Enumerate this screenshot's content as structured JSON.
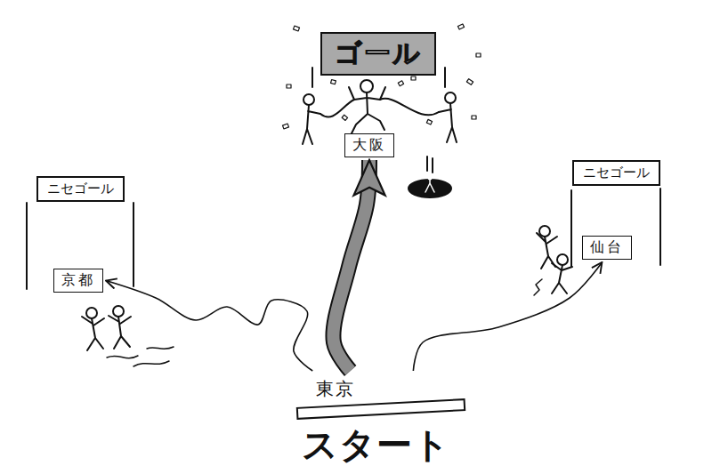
{
  "diagram": {
    "nodes": [
      {
        "text": [
          "ゴール"
        ]
      },
      {
        "text": [
          "大阪"
        ]
      },
      {
        "text": [
          "ニセゴール"
        ]
      },
      {
        "text": [
          "ニセゴール"
        ]
      },
      {
        "text": [
          "仙台"
        ]
      },
      {
        "text": [
          "京都"
        ]
      },
      {
        "text": [
          "東京",
          "スタート"
        ]
      }
    ],
    "edges": [
      {
        "from": 6,
        "to": 1,
        "arrow": "to"
      },
      {
        "from": 6,
        "to": 5,
        "arrow": "to"
      },
      {
        "from": 6,
        "to": 4,
        "arrow": "to"
      }
    ]
  }
}
